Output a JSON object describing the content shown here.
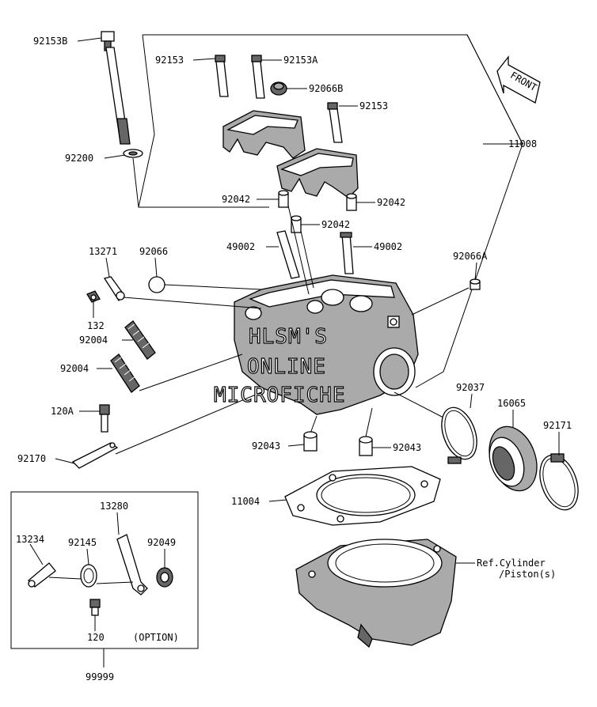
{
  "parts": {
    "p92153B": "92153B",
    "p92153_a": "92153",
    "p92153A": "92153A",
    "p92066B": "92066B",
    "p92153_b": "92153",
    "p11008": "11008",
    "p92200": "92200",
    "p92042_a": "92042",
    "p92042_b": "92042",
    "p92042_c": "92042",
    "p49002_a": "49002",
    "p49002_b": "49002",
    "p13271": "13271",
    "p92066": "92066",
    "p92066A": "92066A",
    "p132": "132",
    "p92004_a": "92004",
    "p92004_b": "92004",
    "p120A": "120A",
    "p92170": "92170",
    "p92037": "92037",
    "p16065": "16065",
    "p92171": "92171",
    "p92043_a": "92043",
    "p92043_b": "92043",
    "p11004": "11004",
    "p13280": "13280",
    "p13234": "13234",
    "p92145": "92145",
    "p92049": "92049",
    "p120": "120",
    "p99999": "99999"
  },
  "ref_cylinder_line1": "Ref.Cylinder",
  "ref_cylinder_line2": "/Piston(s)",
  "option_label": "(OPTION)",
  "front_label": "FRONT",
  "watermark": {
    "line1": "HLSM'S",
    "line2": "ONLINE",
    "line3": "MICROFICHE"
  }
}
